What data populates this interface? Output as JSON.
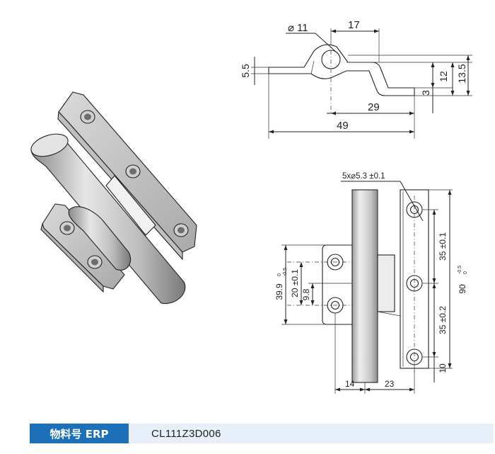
{
  "top_view": {
    "dim_diameter": "11",
    "dim_17": "17",
    "dim_5_5": "5.5",
    "dim_12": "12",
    "dim_13_5": "13.5",
    "dim_3": "3",
    "dim_29": "29",
    "dim_49": "49"
  },
  "front_view": {
    "dim_holes": "5x⌀5.3 ±0.1",
    "dim_35_top": "35 ±0.1",
    "dim_90": "90",
    "dim_90_tol_up": "0",
    "dim_90_tol_low": "-0.5",
    "dim_35_bottom": "35 ±0.2",
    "dim_10": "10",
    "dim_39_9": "39.9",
    "dim_39_9_tol_up": "0",
    "dim_39_9_tol_low": "-0.5",
    "dim_20": "20 ±0.1",
    "dim_9_8": "9.8",
    "dim_14": "14",
    "dim_23": "23"
  },
  "footer": {
    "label": "物料号 ERP",
    "value": "CL111Z3D006"
  },
  "colors": {
    "accent": "#1d6fb8",
    "footer_bg": "#e7f0fa"
  }
}
